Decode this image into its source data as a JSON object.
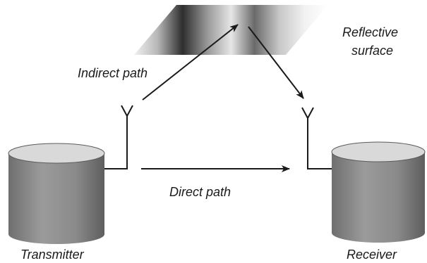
{
  "labels": {
    "reflective_surface_line1": "Reflective",
    "reflective_surface_line2": "surface",
    "indirect_path": "Indirect path",
    "direct_path": "Direct path",
    "transmitter": "Transmitter",
    "receiver": "Receiver"
  },
  "colors": {
    "line": "#1a1a1a",
    "cylinder_body": "#8a8a8a",
    "cylinder_top": "#d9d9d9"
  }
}
